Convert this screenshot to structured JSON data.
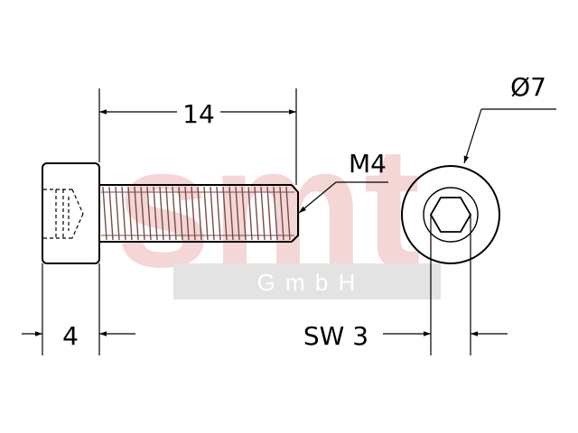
{
  "watermark": {
    "logo_text": "smt",
    "company": "G m b H",
    "logo_color": "#f4d6d6",
    "band_color": "#e3e3e3"
  },
  "dimensions": {
    "length": "14",
    "thread": "M4",
    "head_diameter": "Ø7",
    "head_height": "4",
    "socket_size": "SW 3"
  },
  "colors": {
    "line": "#000000",
    "thread": "#7a4a4a"
  }
}
